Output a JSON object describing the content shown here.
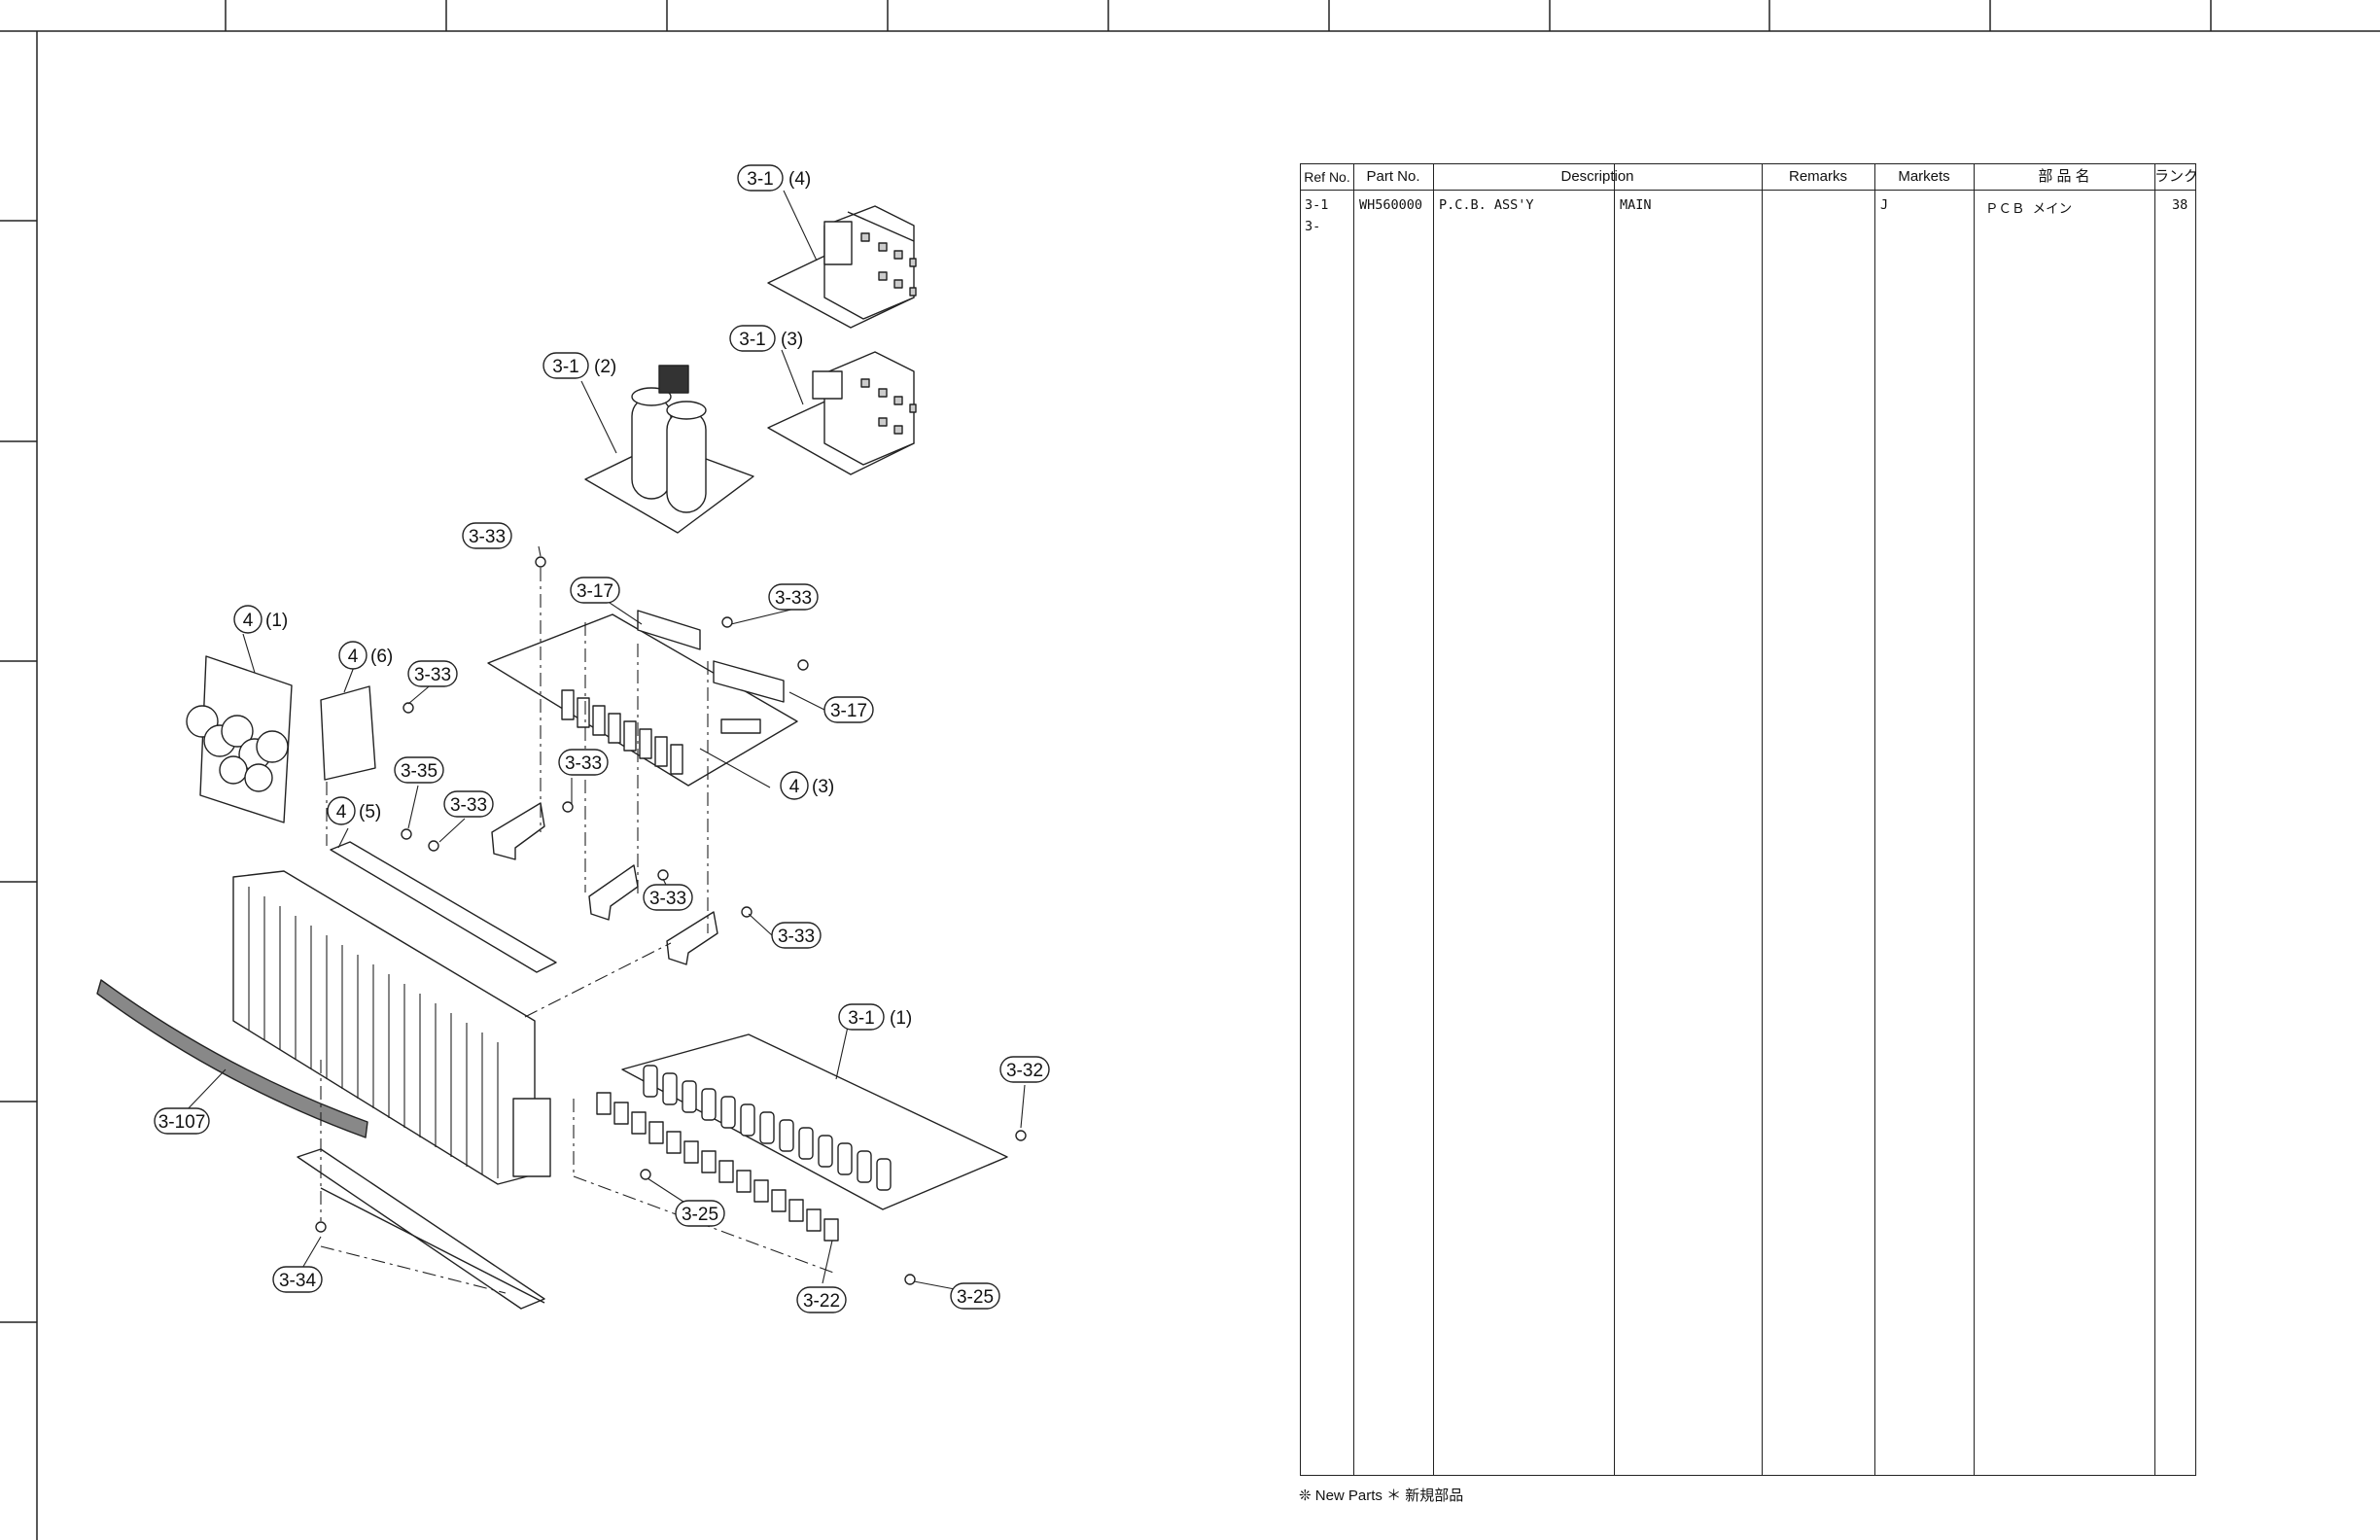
{
  "diagram": {
    "callouts": [
      {
        "ref": "3-1",
        "qualifier": "(4)"
      },
      {
        "ref": "3-1",
        "qualifier": "(3)"
      },
      {
        "ref": "3-1",
        "qualifier": "(2)"
      },
      {
        "ref": "3-33",
        "qualifier": ""
      },
      {
        "ref": "3-17",
        "qualifier": ""
      },
      {
        "ref": "3-33",
        "qualifier": ""
      },
      {
        "ref": "4",
        "qualifier": "(1)"
      },
      {
        "ref": "4",
        "qualifier": "(6)"
      },
      {
        "ref": "3-33",
        "qualifier": ""
      },
      {
        "ref": "3-17",
        "qualifier": ""
      },
      {
        "ref": "3-33",
        "qualifier": ""
      },
      {
        "ref": "3-35",
        "qualifier": ""
      },
      {
        "ref": "3-33",
        "qualifier": ""
      },
      {
        "ref": "4",
        "qualifier": "(3)"
      },
      {
        "ref": "4",
        "qualifier": "(5)"
      },
      {
        "ref": "3-33",
        "qualifier": ""
      },
      {
        "ref": "3-33",
        "qualifier": ""
      },
      {
        "ref": "3-1",
        "qualifier": "(1)"
      },
      {
        "ref": "3-32",
        "qualifier": ""
      },
      {
        "ref": "3-107",
        "qualifier": ""
      },
      {
        "ref": "3-25",
        "qualifier": ""
      },
      {
        "ref": "3-34",
        "qualifier": ""
      },
      {
        "ref": "3-22",
        "qualifier": ""
      },
      {
        "ref": "3-25",
        "qualifier": ""
      }
    ]
  },
  "parts_table": {
    "headers": {
      "ref_no": "Ref No.",
      "part_no": "Part No.",
      "description": "Description",
      "remarks": "Remarks",
      "markets": "Markets",
      "jp_name": "部 品 名",
      "rank": "ランク"
    },
    "rows": [
      {
        "ref_no": "3-1",
        "part_no": "WH560000",
        "description": "P.C.B. ASS'Y",
        "description_sub": "MAIN",
        "remarks": "",
        "markets": "J",
        "jp_name": "ＰＣＢ メイン",
        "rank": "38"
      },
      {
        "ref_no": "3-",
        "part_no": "",
        "description": "",
        "description_sub": "",
        "remarks": "",
        "markets": "",
        "jp_name": "",
        "rank": ""
      }
    ]
  },
  "footnote": "❊ New Parts  ＊ 新規部品"
}
